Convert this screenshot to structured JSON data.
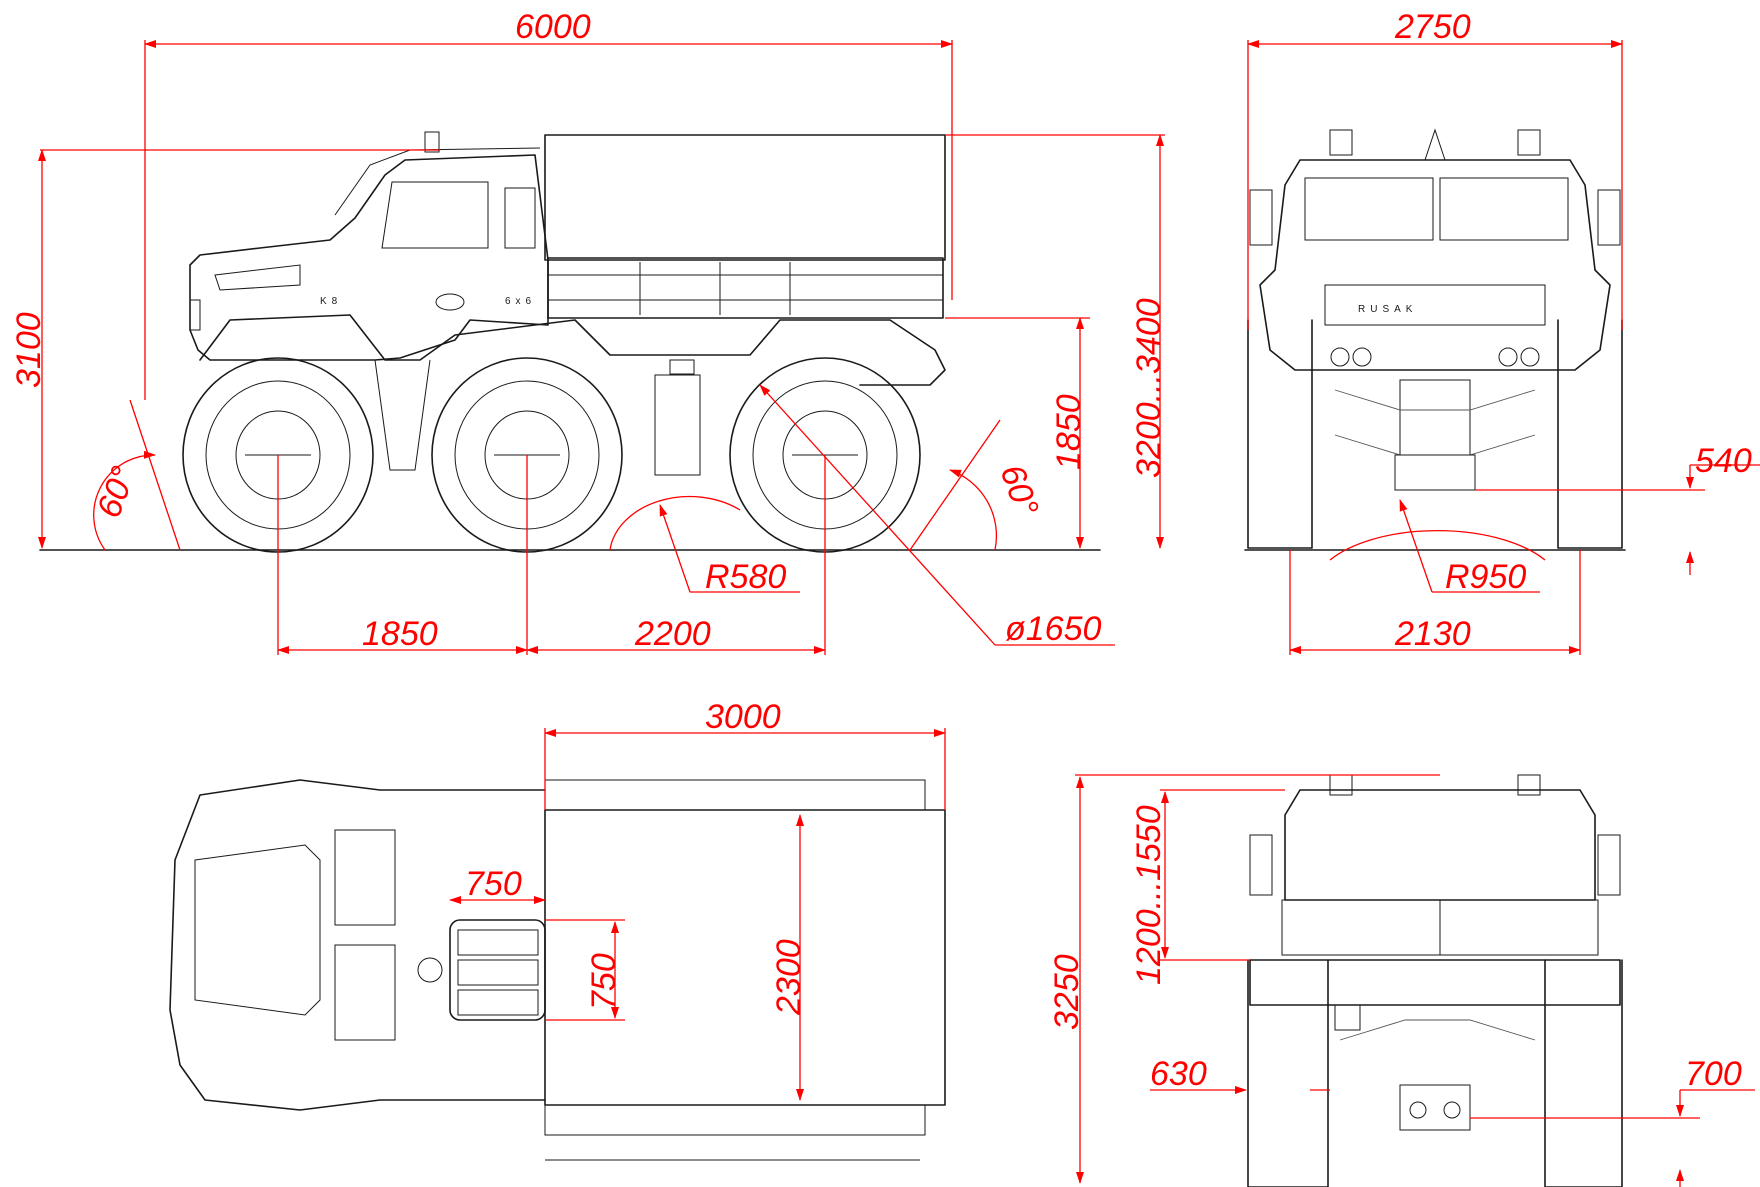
{
  "colors": {
    "dimension": "#ff0000",
    "drawing": "#1a1a1a",
    "background": "#ffffff"
  },
  "labels": {
    "brand_grille": "RUSAK",
    "body_badge": "K8",
    "drive_badge": "6x6"
  },
  "side_view": {
    "overall_length": "6000",
    "height": "3100",
    "approach_angle": "60°",
    "departure_angle": "60°",
    "wheelbase_front": "1850",
    "wheelbase_rear": "2200",
    "ramp_radius": "R580",
    "wheel_diameter": "ø1650",
    "height_range": "3200...3400",
    "deck_height": "1850"
  },
  "front_view": {
    "overall_width": "2750",
    "track": "2130",
    "turn_radius": "R950",
    "ground_clearance": "540"
  },
  "top_view": {
    "cargo_length": "3000",
    "cargo_width": "2300",
    "hatch_length": "750",
    "hatch_width": "750"
  },
  "rear_view": {
    "height": "3250",
    "step_range": "1200...1550",
    "side_offset": "630",
    "hitch_height": "700"
  }
}
